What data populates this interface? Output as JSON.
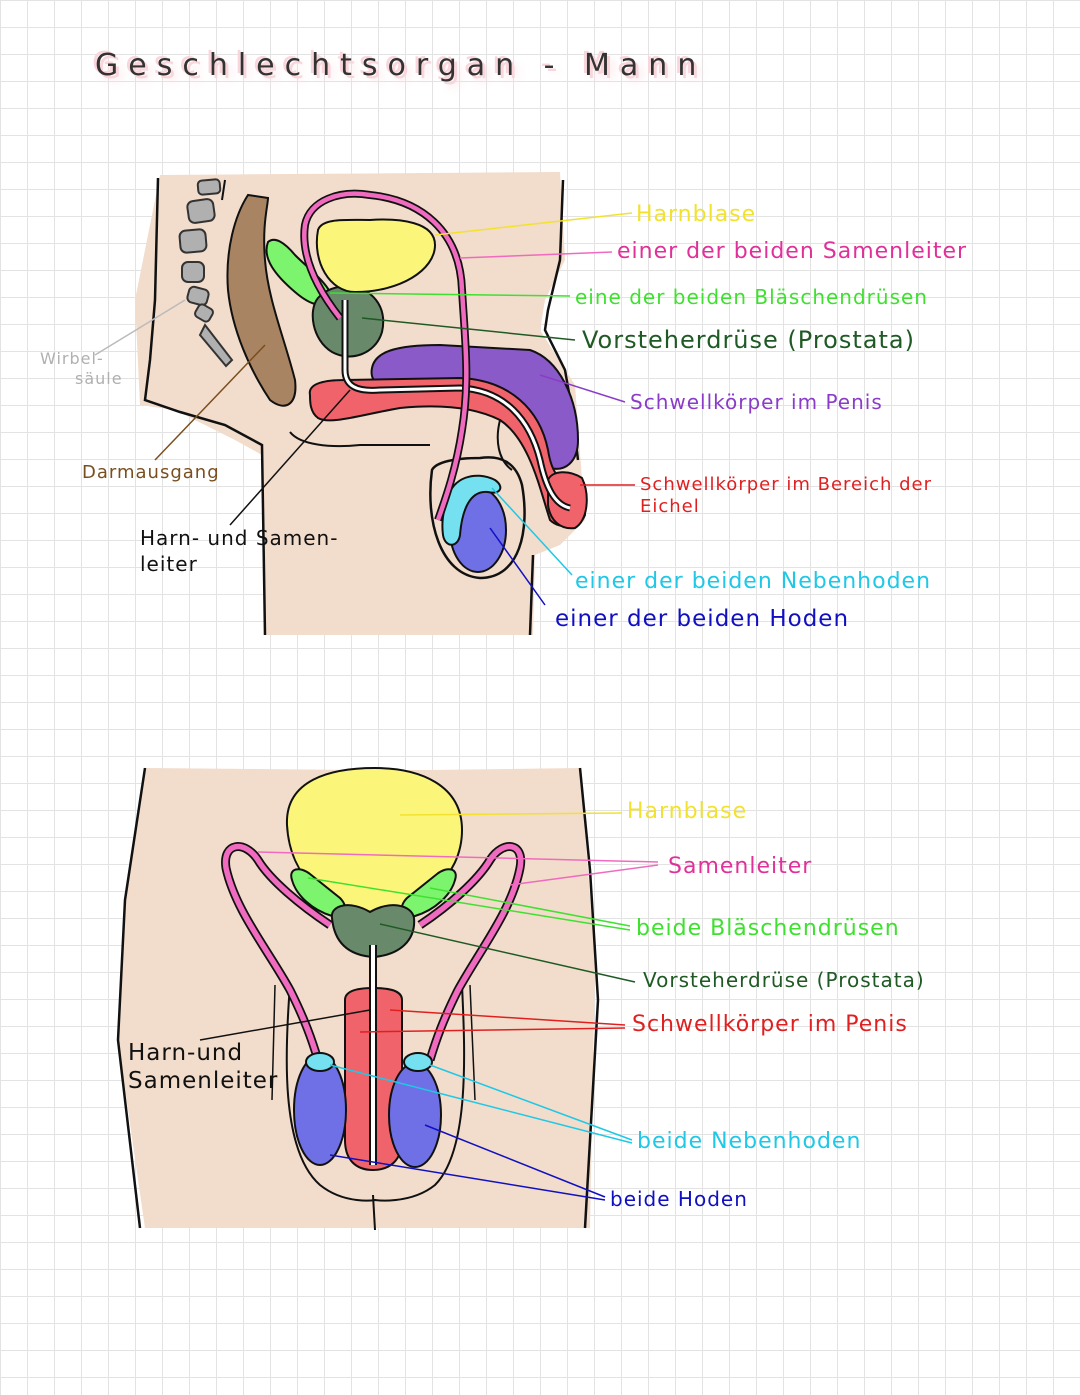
{
  "title": "Geschlechtsorgan - Mann",
  "colors": {
    "skin": "#f2dccb",
    "bladder": "#fbf67a",
    "vas_deferens": "#f06bbf",
    "seminal_vesicle": "#7df46d",
    "prostate": "#688a6b",
    "corpus_cavernosum": "#8a5ac8",
    "glans": "#f0636a",
    "epididymis": "#74e0f0",
    "testis": "#6f6fe6",
    "spine": "#b0b0b0",
    "rectum": "#a98462"
  },
  "side_view": {
    "labels": {
      "bladder": "Harnblase",
      "vas_deferens": "einer der beiden Samenleiter",
      "seminal_vesicle": "eine der beiden Bläschendrüsen",
      "prostate": "Vorsteherdrüse (Prostata)",
      "corpus_cavernosum": "Schwellkörper im Penis",
      "glans_line1": "Schwellkörper im Bereich der",
      "glans_line2": "Eichel",
      "epididymis": "einer der beiden Nebenhoden",
      "testis": "einer der beiden Hoden",
      "spine_line1": "Wirbel-",
      "spine_line2": "säule",
      "rectum": "Darmausgang",
      "urethra_line1": "Harn- und Samen-",
      "urethra_line2": "leiter"
    }
  },
  "front_view": {
    "labels": {
      "bladder": "Harnblase",
      "vas_deferens": "Samenleiter",
      "seminal_vesicles": "beide Bläschendrüsen",
      "prostate": "Vorsteherdrüse (Prostata)",
      "corpus_cavernosum": "Schwellkörper im Penis",
      "urethra_line1": "Harn-und",
      "urethra_line2": "Samenleiter",
      "epididymis": "beide Nebenhoden",
      "testes": "beide Hoden"
    }
  }
}
